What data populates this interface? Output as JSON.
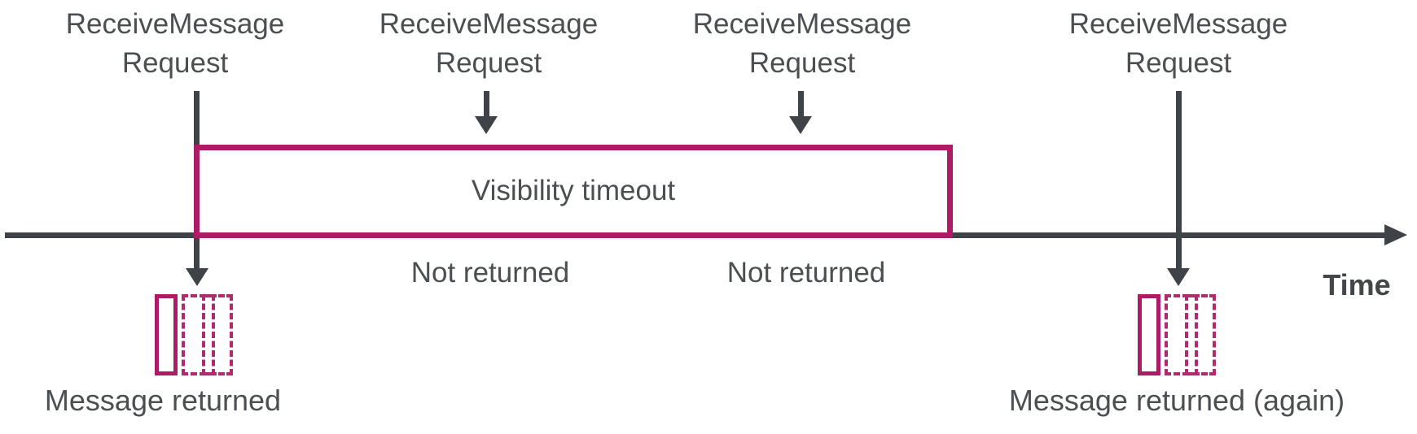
{
  "colors": {
    "accent": "#ad1a66",
    "accent_dashed": "#b12a6f",
    "line": "#3f4246",
    "text": "#4c4f52"
  },
  "requests": [
    {
      "line1": "ReceiveMessage",
      "line2": "Request"
    },
    {
      "line1": "ReceiveMessage",
      "line2": "Request"
    },
    {
      "line1": "ReceiveMessage",
      "line2": "Request"
    },
    {
      "line1": "ReceiveMessage",
      "line2": "Request"
    }
  ],
  "visibility_timeout_label": "Visibility timeout",
  "not_returned": [
    "Not returned",
    "Not returned"
  ],
  "axis_label": "Time",
  "message_returned_label": "Message returned",
  "message_returned_again_label": "Message returned (again)"
}
